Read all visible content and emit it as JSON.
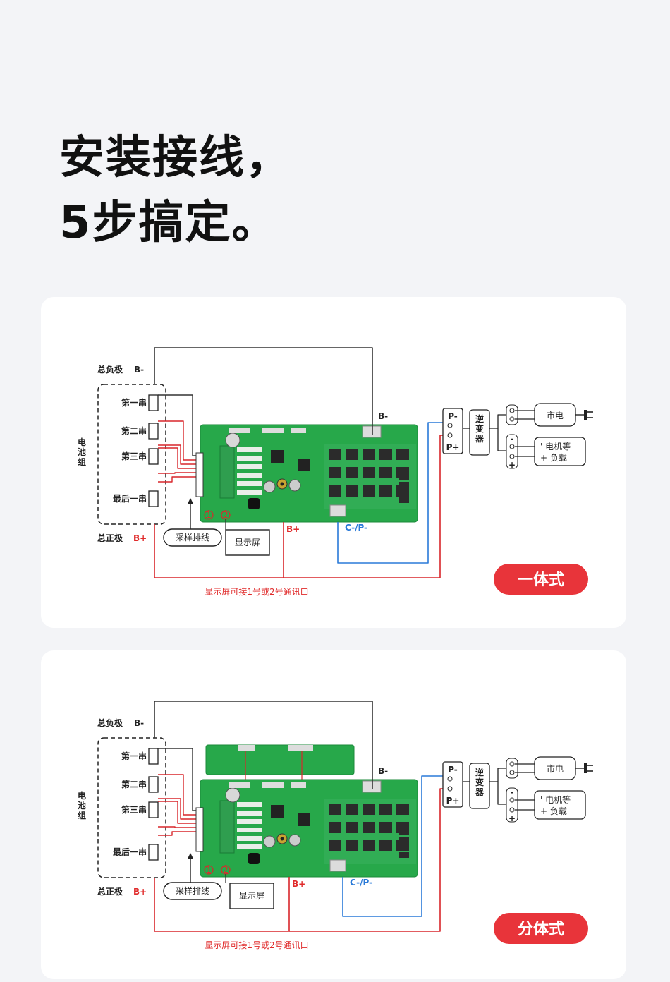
{
  "headline": {
    "line1": "安装接线，",
    "line2": "5步搞定。"
  },
  "labels": {
    "total_negative": "总负极",
    "b_minus": "B-",
    "total_positive": "总正极",
    "b_plus": "B+",
    "battery_pack": "电\n池\n组",
    "string_1": "第一串",
    "string_2": "第二串",
    "string_3": "第三串",
    "string_last": "最后一串",
    "sampling_cable": "采样排线",
    "display": "显示屏",
    "c_p_minus": "C-/P-",
    "p_minus": "P-",
    "p_plus": "P+",
    "inverter": "逆\n变\n器",
    "mains": "市电",
    "load_line1": "电机等",
    "load_line2": "负载",
    "note": "显示屏可接1号或2号通讯口",
    "port1": "1",
    "port2": "2"
  },
  "diagrams": [
    {
      "mode_label": "一体式",
      "accent": "#e8343a"
    },
    {
      "mode_label": "分体式",
      "accent": "#e8343a"
    }
  ],
  "colors": {
    "red_wire": "#d9262b",
    "blue_wire": "#2a7ad8",
    "pcb_green": "#27a84a"
  }
}
